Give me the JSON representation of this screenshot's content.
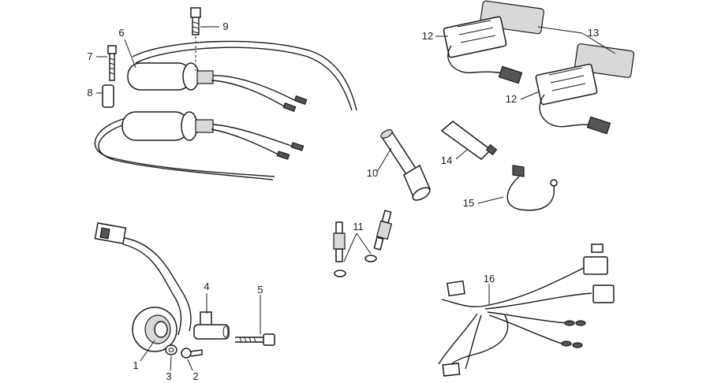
{
  "diagram": {
    "callouts": [
      {
        "id": "1",
        "text": "1"
      },
      {
        "id": "2",
        "text": "2"
      },
      {
        "id": "3",
        "text": "3"
      },
      {
        "id": "4",
        "text": "4"
      },
      {
        "id": "5",
        "text": "5"
      },
      {
        "id": "6",
        "text": "6"
      },
      {
        "id": "7",
        "text": "7"
      },
      {
        "id": "8",
        "text": "8"
      },
      {
        "id": "9",
        "text": "9"
      },
      {
        "id": "10",
        "text": "10"
      },
      {
        "id": "11",
        "text": "11"
      },
      {
        "id": "12a",
        "text": "12"
      },
      {
        "id": "12b",
        "text": "12"
      },
      {
        "id": "13",
        "text": "13"
      },
      {
        "id": "14",
        "text": "14"
      },
      {
        "id": "15",
        "text": "15"
      },
      {
        "id": "16",
        "text": "16"
      }
    ]
  }
}
